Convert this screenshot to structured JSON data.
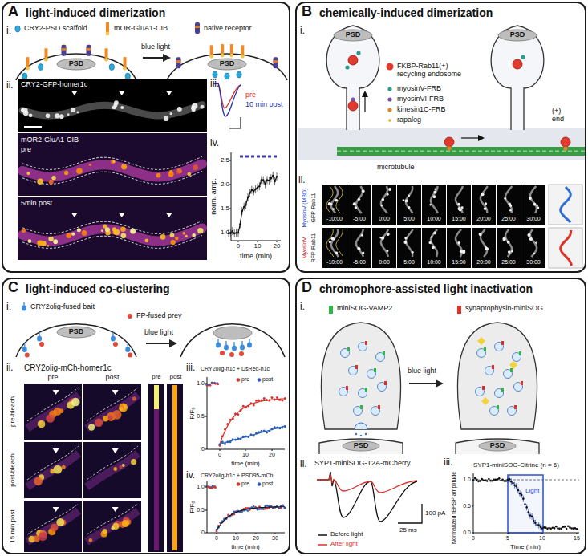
{
  "diagram": {
    "nodes": [
      {
        "text": [
          "A",
          "light-induced dimerization"
        ]
      },
      {
        "text": [
          "PSD"
        ],
        "in": 0
      },
      {
        "text": [
          "PSD"
        ],
        "in": 0
      },
      {
        "text": [
          "B",
          "chemically-induced dimerization"
        ]
      },
      {
        "text": [
          "PSD"
        ],
        "in": 3
      },
      {
        "text": [
          "PSD"
        ],
        "in": 3
      },
      {
        "text": [
          "C",
          "light-induced co-clustering"
        ]
      },
      {
        "text": [
          "PSD"
        ],
        "in": 6
      },
      {
        "text": [
          "D",
          "chromophore-assisted light inactivation"
        ]
      },
      {
        "text": [
          "PSD"
        ],
        "in": 8
      },
      {
        "text": [
          "PSD"
        ],
        "in": 8
      }
    ],
    "labels": [
      "i.",
      "CRY2-PSD scaffold",
      "mOR-GluA1-CIB",
      "native receptor",
      "blue light",
      "ii.",
      "CRY2-GFP-homer1c",
      "mOR2-GluA1-CIB",
      "pre",
      "5min post",
      "iii.",
      "pre",
      "10 min post",
      "iv.",
      "norm. amp.",
      "1.0",
      "1.5",
      "2.0",
      "2.5",
      "0",
      "10",
      "20",
      "time (min)",
      "i.",
      "FKBP-Rab11(+) recycling endosome",
      "myosinV-FRB",
      "myosinVI-FRB",
      "kinesin1C-FRB",
      "rapalog",
      "(+) end",
      "microtubule",
      "ii.",
      "MyosinV (MBD)",
      "GFP-Rab11",
      "MyosinV",
      "RFP-Rab11",
      "-10:00",
      "-5:00",
      "0:00",
      "5:00",
      "10:00",
      "15:00",
      "20:00",
      "25:00",
      "30:00",
      "-10:00",
      "-5:00",
      "0:00",
      "5:00",
      "10:00",
      "15:00",
      "20:00",
      "25:00",
      "30:00",
      "i.",
      "CRY2olig-fused bait",
      "FP-fused prey",
      "blue light",
      "ii.",
      "CRY2olig-mCh-homer1c",
      "pre",
      "post",
      "pre",
      "post",
      "pre-bleach",
      "post-bleach",
      "15 min post",
      "iii.",
      "CRY2olig-h1c + DsRed-h1c",
      "pre",
      "post",
      "F/F₀",
      "1.0",
      "0.5",
      "0",
      "0",
      "10",
      "20",
      "time (min)",
      "iv.",
      "CRY2olig-h1c + PSD95-mCh",
      "pre",
      "post",
      "F/F₀",
      "1.0",
      "0.5",
      "0",
      "0",
      "10",
      "20",
      "30",
      "time (min)",
      "i.",
      "miniSOG-VAMP2",
      "synaptophysin-miniSOG",
      "blue light",
      "ii.",
      "SYP1-miniSOG-T2A-mCherry",
      "Before light",
      "After light",
      "100 pA",
      "25 ms",
      "iii.",
      "SYP1-miniSOG-Citrine (n = 6)",
      "Normalized fEPSP amplitude",
      "1.0",
      "0.5",
      "0.0",
      "0",
      "5",
      "10",
      "15",
      "Time (min)",
      "Light"
    ]
  }
}
